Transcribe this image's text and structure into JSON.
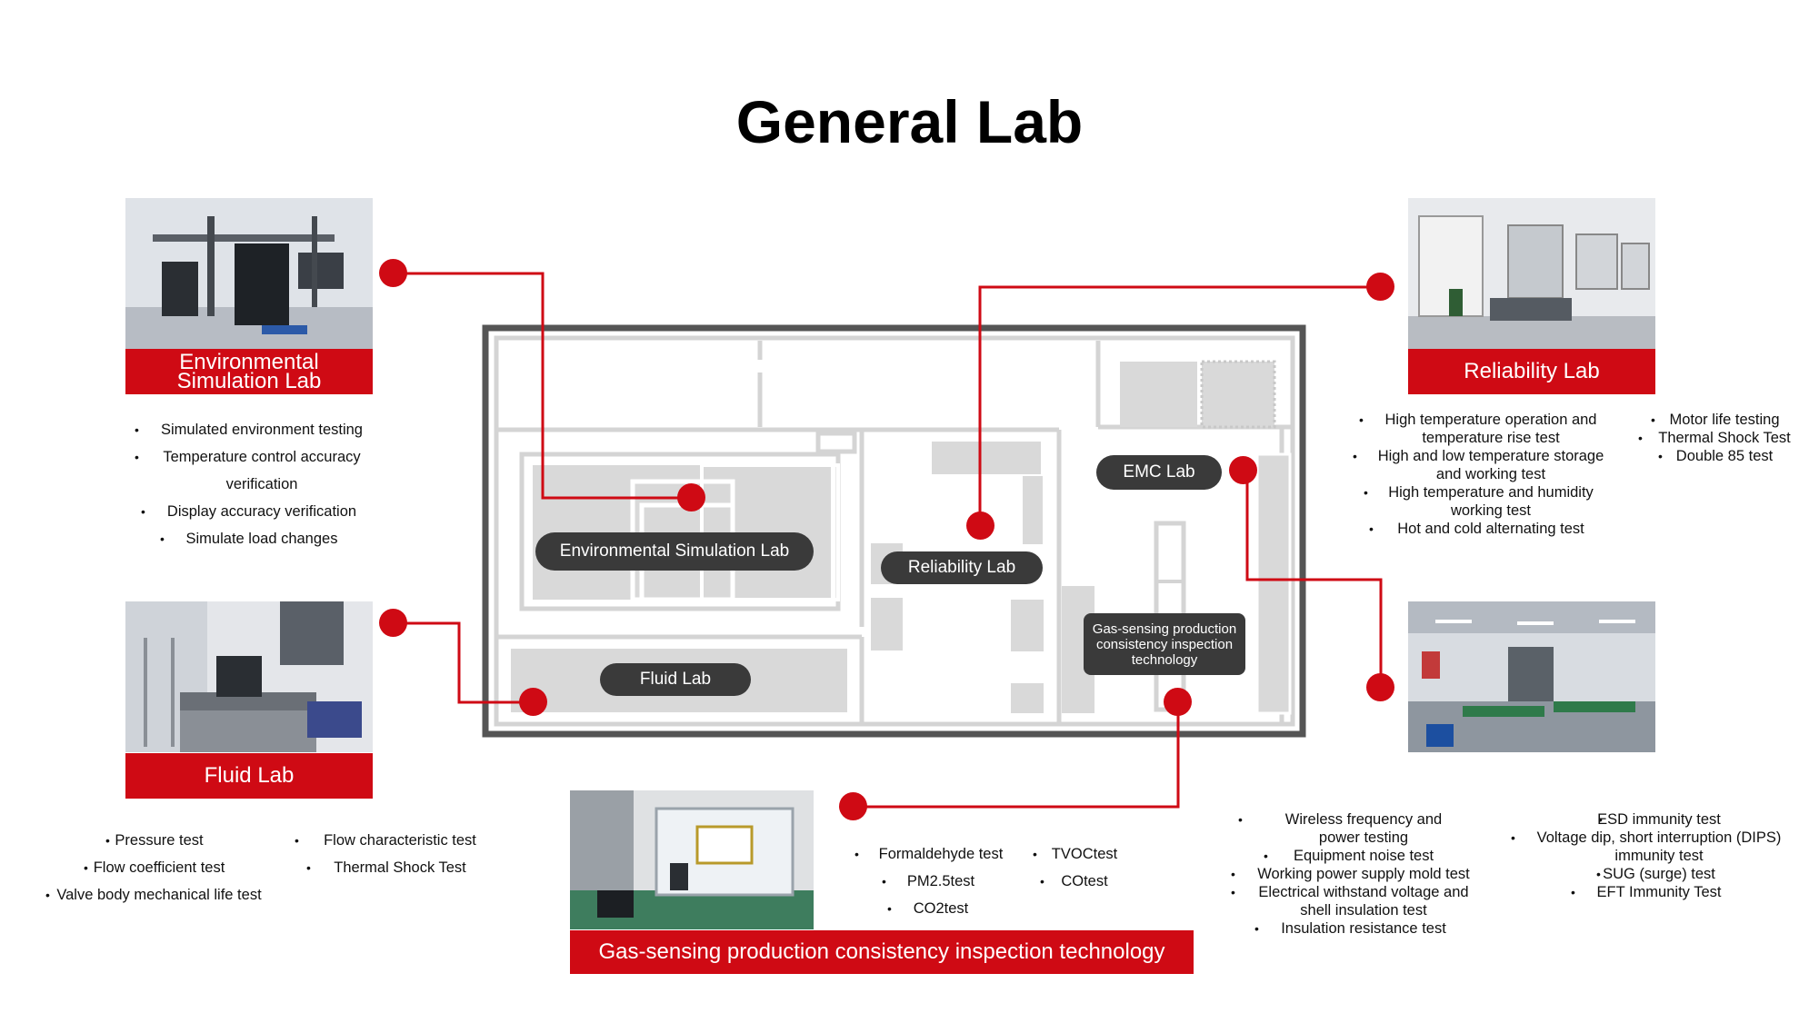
{
  "title": "General Lab",
  "colors": {
    "accent": "#cf0a14",
    "pill": "#3a3a3a",
    "floor": "#d9d9d9",
    "frame": "#5a5a5a"
  },
  "labs": {
    "environmental": {
      "label": "Environmental Simulation Lab",
      "tests": [
        "Simulated environment testing",
        "Temperature control accuracy verification",
        "Display accuracy verification",
        "Simulate load changes"
      ]
    },
    "fluid": {
      "label": "Fluid Lab",
      "tests_left": [
        "Pressure test",
        "Flow coefficient test",
        "Valve body mechanical life test"
      ],
      "tests_right": [
        "Flow characteristic test",
        "Thermal Shock Test"
      ]
    },
    "reliability": {
      "label": "Reliability Lab",
      "tests_left": [
        "High temperature operation and temperature rise test",
        "High and low temperature storage and working test",
        "High temperature and humidity working test",
        "Hot and cold alternating test"
      ],
      "tests_right": [
        "Motor life testing",
        "Thermal Shock Test",
        "Double 85 test"
      ]
    },
    "emc": {
      "label": "EMC Lab",
      "tests_left": [
        "Wireless frequency and power testing",
        "Equipment noise test",
        "Working power supply mold test",
        "Electrical withstand voltage and shell insulation test",
        "Insulation resistance test"
      ],
      "tests_right": [
        "ESD immunity test",
        "Voltage dip, short interruption (DIPS) immunity test",
        "SUG (surge) test",
        "EFT Immunity Test"
      ]
    },
    "gas": {
      "label": "Gas-sensing production consistency inspection technology",
      "map_label": "Gas-sensing production consistency inspection technology",
      "tests_left": [
        "Formaldehyde test",
        "PM2.5test",
        "CO2test"
      ],
      "tests_right": [
        "TVOCtest",
        "COtest"
      ]
    }
  },
  "map": {
    "environmental_label": "Environmental Simulation Lab",
    "fluid_label": "Fluid Lab",
    "reliability_label": "Reliability Lab",
    "emc_label": "EMC Lab"
  }
}
